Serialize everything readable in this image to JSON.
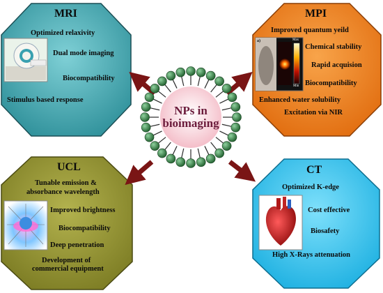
{
  "center": {
    "line1": "NPs in",
    "line2": "bioimaging"
  },
  "panels": {
    "mri": {
      "title": "MRI",
      "color": "#3aa2ab",
      "features": [
        "Optimized relaxivity",
        "Dual mode imaging",
        "Biocompatibility",
        "Stimulus based response"
      ],
      "image": "mri-scanner-image"
    },
    "mpi": {
      "title": "MPI",
      "color": "#ee7a1c",
      "features": [
        "Improved quantum yeild",
        "Chemical stability",
        "Rapid acquision",
        "Biocompatibility",
        "Enhanced water solubility",
        "Excitation via NIR"
      ],
      "image": "mouse-fluorescence-image",
      "image_labels": {
        "panel": "a)",
        "scale_top": "Max",
        "scale_bottom": "Min"
      }
    },
    "ucl": {
      "title": "UCL",
      "color": "#8c8a2e",
      "features": [
        "Tunable emission &",
        "absorbance wavelength",
        "Improved brightness",
        "Biocompatibility",
        "Deep penetration",
        "Development of",
        "commercial equipment"
      ],
      "image": "nanoparticle-rays-image"
    },
    "ct": {
      "title": "CT",
      "color": "#2ec3ee",
      "features": [
        "Optimized K-edge",
        "Cost effective",
        "Biosafety",
        "High X-Rays attenuation"
      ],
      "image": "heart-image"
    }
  },
  "colors": {
    "arrow": "#7a1515",
    "micelle_head": "#2a6d38",
    "micelle_tail": "#2a2a2a",
    "center_fill": "#f7c8d0"
  }
}
